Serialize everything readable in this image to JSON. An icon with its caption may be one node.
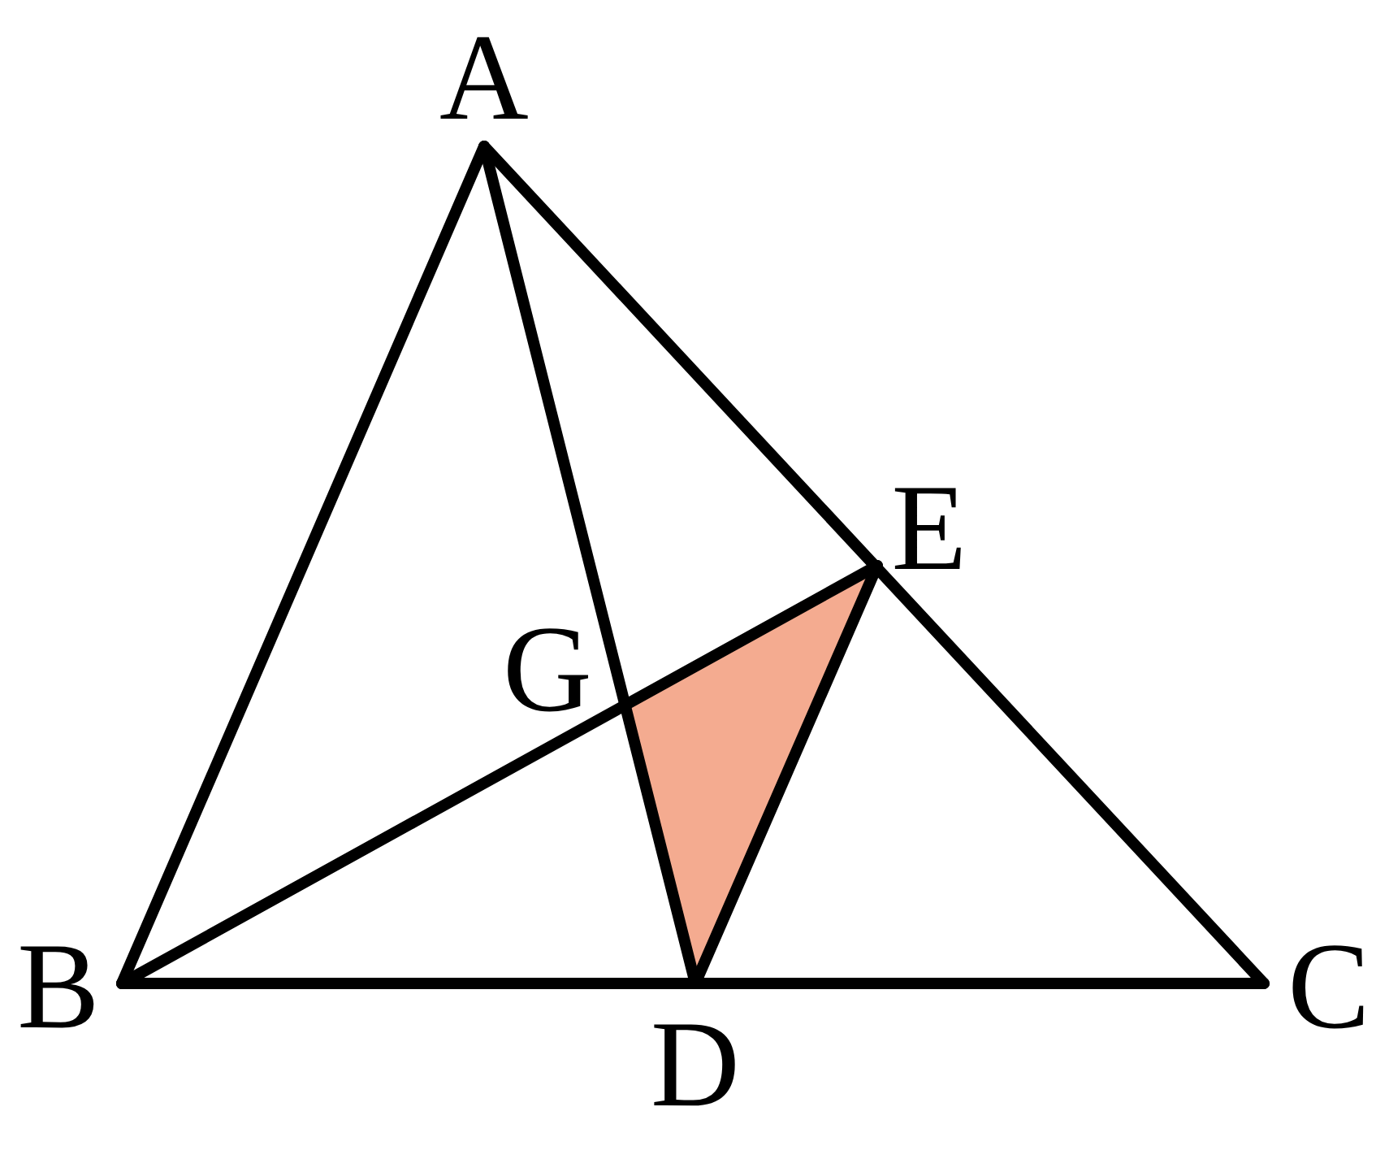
{
  "diagram": {
    "labels": [
      "A",
      "G",
      "E",
      "B",
      "C",
      "D"
    ]
  }
}
